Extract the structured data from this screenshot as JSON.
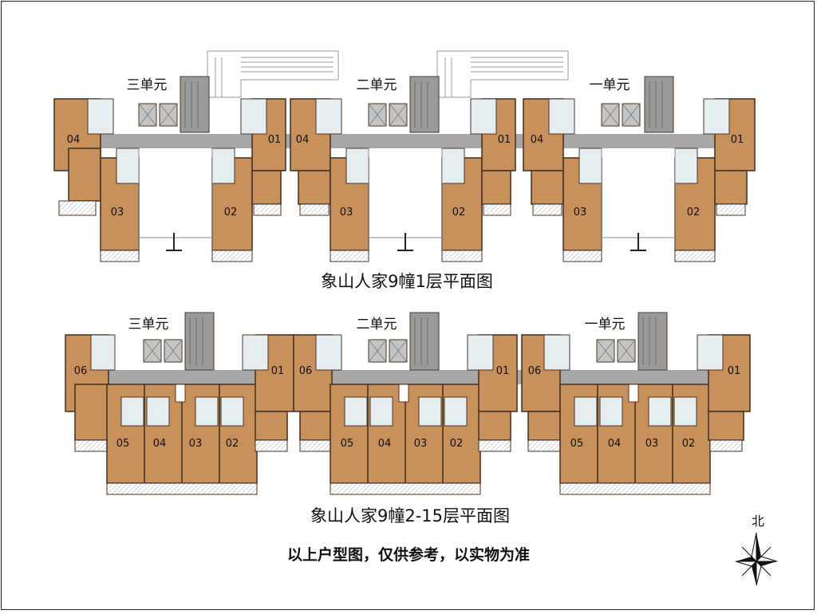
{
  "plans": [
    {
      "caption": "象山人家9幢1层平面图",
      "units": [
        {
          "label": "三单元",
          "flats": [
            "04",
            "03",
            "02",
            "01"
          ]
        },
        {
          "label": "二单元",
          "flats": [
            "04",
            "03",
            "02",
            "01"
          ]
        },
        {
          "label": "一单元",
          "flats": [
            "04",
            "03",
            "02",
            "01"
          ]
        }
      ]
    },
    {
      "caption": "象山人家9幢2-15层平面图",
      "units": [
        {
          "label": "三单元",
          "flats": [
            "06",
            "05",
            "04",
            "03",
            "02",
            "01"
          ]
        },
        {
          "label": "二单元",
          "flats": [
            "06",
            "05",
            "04",
            "03",
            "02",
            "01"
          ]
        },
        {
          "label": "一单元",
          "flats": [
            "06",
            "05",
            "04",
            "03",
            "02",
            "01"
          ]
        }
      ]
    }
  ],
  "disclaimer": "以上户型图，仅供参考，以实物为准",
  "compass": {
    "label": "北",
    "icon": "north-arrow-icon"
  },
  "colors": {
    "room": "#c8905a",
    "wall": "#4a3526",
    "corridor": "#a8a8a8",
    "core": "#9a9a9a",
    "wet_room": "#e7eef2",
    "text": "#111111"
  }
}
